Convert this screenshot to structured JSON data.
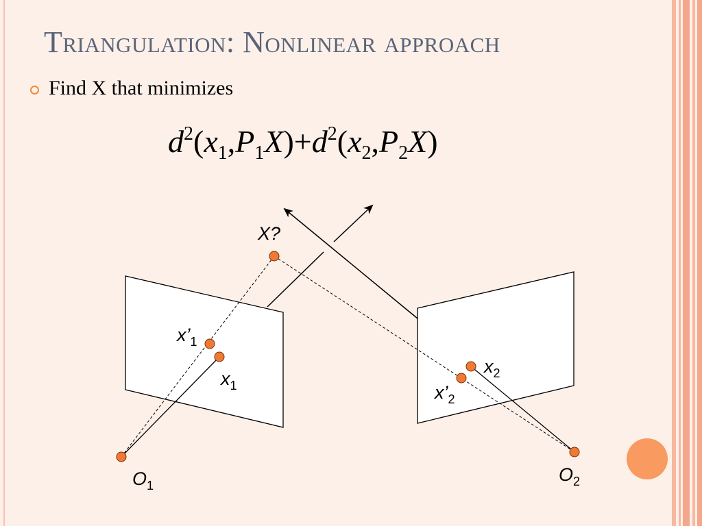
{
  "slide": {
    "title": "Triangulation: Nonlinear approach",
    "bullet": "Find X that minimizes",
    "formula": {
      "d": "d",
      "exp": "2",
      "open": "(",
      "x": "x",
      "sub1": "1",
      "comma": ",",
      "P": "P",
      "X": "X",
      "close": ")",
      "plus": "+",
      "sub2": "2"
    }
  },
  "diagram": {
    "labels": {
      "X": "X?",
      "x1prime": "x’",
      "x1prime_sub": "1",
      "x1": "x",
      "x1_sub": "1",
      "x2": "x",
      "x2_sub": "2",
      "x2prime": "x’",
      "x2prime_sub": "2",
      "O1": "O",
      "O1_sub": "1",
      "O2": "O",
      "O2_sub": "2"
    },
    "colors": {
      "point_fill": "#ef7a36",
      "point_stroke": "#7a2e00",
      "line": "#000000"
    }
  },
  "theme": {
    "background": "#fdf0e8",
    "title_color": "#5a6478",
    "bullet_color": "#ee8a3a",
    "stripe_color": "#f4a78a",
    "deco_circle": "#f99a60"
  }
}
